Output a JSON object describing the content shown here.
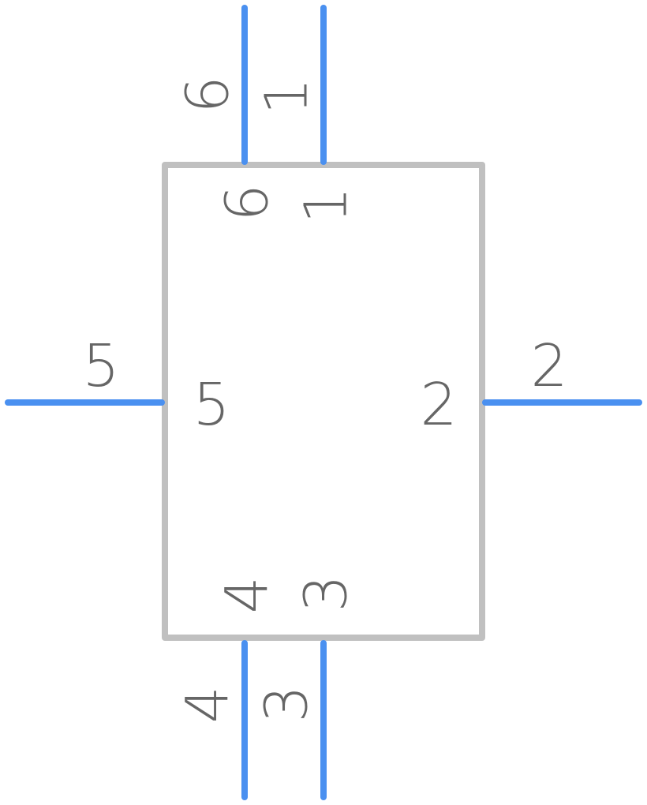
{
  "colors": {
    "pin": "#4a90f0",
    "body": "#c0c0c0",
    "label": "#666666",
    "background": "#ffffff"
  },
  "pins": {
    "pin1": {
      "number": "1",
      "name": "1"
    },
    "pin2": {
      "number": "2",
      "name": "2"
    },
    "pin3": {
      "number": "3",
      "name": "3"
    },
    "pin4": {
      "number": "4",
      "name": "4"
    },
    "pin5": {
      "number": "5",
      "name": "5"
    },
    "pin6": {
      "number": "6",
      "name": "6"
    }
  }
}
